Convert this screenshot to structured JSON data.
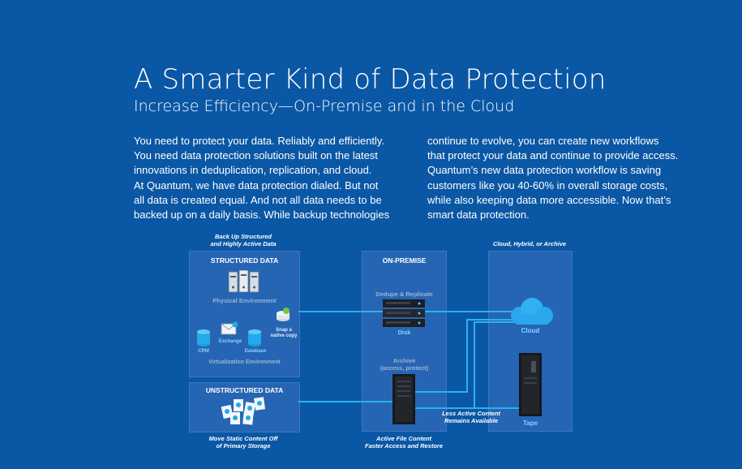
{
  "header": {
    "title": "A Smarter Kind of Data Protection",
    "subtitle": "Increase Efficiency—On-Premise and in the Cloud"
  },
  "body": {
    "col1": [
      "You need to protect your data. Reliably and efficiently.",
      "You need data protection solutions built on the latest",
      "innovations in deduplication, replication, and cloud.",
      "At Quantum, we have data protection dialed. But not",
      "all data is created equal. And not all data needs to be",
      "backed up on a daily basis. While backup technologies"
    ],
    "col2": [
      "continue to evolve, you can create new workflows",
      "that protect your data and continue to provide access.",
      "Quantum’s new data protection workflow is saving",
      "customers like you 40-60% in overall storage costs,",
      "while also keeping data more accessible. Now that’s",
      "smart data protection."
    ]
  },
  "diagram": {
    "caption_top_left_1": "Back Up Structured",
    "caption_top_left_2": "and Highly Active Data",
    "caption_top_right": "Cloud, Hybrid, or Archive",
    "structured": {
      "heading": "STRUCTURED DATA",
      "physical": "Physical Environment",
      "snap_1": "Snap a",
      "snap_2": "native copy",
      "exchange": "Exchange",
      "crm": "CRM",
      "database": "Database",
      "virtualization": "Virtualization Environment"
    },
    "unstructured": {
      "heading": "UNSTRUCTURED DATA"
    },
    "caption_bottom_left_1": "Move Static Content Off",
    "caption_bottom_left_2": "of Primary Storage",
    "onpremise": {
      "heading": "ON-PREMISE",
      "dedupe": "Dedupe & Replicate",
      "disk": "Disk",
      "archive_1": "Archive",
      "archive_2": "(access, protect)"
    },
    "caption_bottom_mid_1": "Active File Content",
    "caption_bottom_mid_2": "Faster Access and Restore",
    "less_active_1": "Less Active Content",
    "less_active_2": "Remains Available",
    "cloud": {
      "cloud_label": "Cloud",
      "tape_label": "Tape"
    },
    "colors": {
      "background": "#0a57a5",
      "panel": "#2665b3",
      "connector": "#2ab2f0",
      "accent_text": "#7fd6ff"
    }
  }
}
